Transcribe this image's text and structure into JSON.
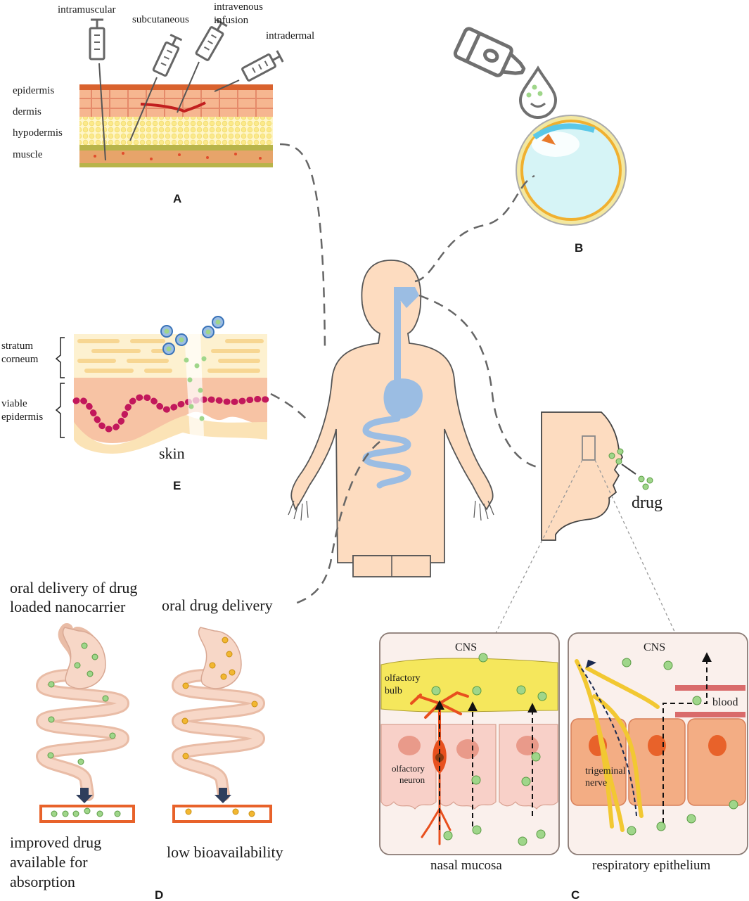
{
  "panels": {
    "A": {
      "letter": "A",
      "routes": [
        "intramuscular",
        "subcutaneous",
        "intravenous",
        "infusion",
        "intradermal"
      ],
      "layers": [
        "epidermis",
        "dermis",
        "hypodermis",
        "muscle"
      ]
    },
    "B": {
      "letter": "B"
    },
    "C": {
      "letter": "C",
      "drug_label": "drug",
      "left_box": {
        "top_label": "CNS",
        "bulb_label_1": "olfactory",
        "bulb_label_2": "bulb",
        "neuron_label_1": "olfactory",
        "neuron_label_2": "neuron",
        "caption": "nasal mucosa"
      },
      "right_box": {
        "top_label": "CNS",
        "blood_label": "blood",
        "nerve_label_1": "trigeminal",
        "nerve_label_2": "nerve",
        "caption": "respiratory epithelium"
      }
    },
    "D": {
      "letter": "D",
      "left_title_1": "oral delivery of drug",
      "left_title_2": "loaded nanocarrier",
      "right_title": "oral drug delivery",
      "left_caption_1": "improved drug",
      "left_caption_2": "available for",
      "left_caption_3": "absorption",
      "right_caption": "low bioavailability"
    },
    "E": {
      "letter": "E",
      "layer_1_a": "stratum",
      "layer_1_b": "corneum",
      "layer_2_a": "viable",
      "layer_2_b": "epidermis",
      "caption": "skin"
    }
  },
  "colors": {
    "skin_body": "#fddcc0",
    "body_outline": "#555555",
    "gi_tract": "#9bbde3",
    "nanoparticle": "#9fd68a",
    "drug_dot_orange": "#f2b732",
    "olfactory_bulb": "#f5e75c",
    "neuron": "#e8501e",
    "trigeminal": "#f2c832",
    "blood_vessel": "#d96b6b",
    "connector": "#666666"
  }
}
